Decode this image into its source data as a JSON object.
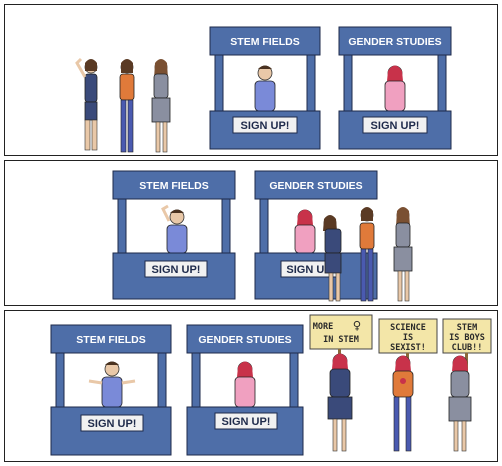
{
  "booths": {
    "stem_title": "STEM FIELDS",
    "gender_title": "GENDER STUDIES",
    "sign_label": "SIGN UP!",
    "sign_label_partial": "SIGN UP"
  },
  "placards": {
    "p1_line1": "MORE",
    "p1_line2": "IN STEM",
    "p2_line1": "SCIENCE",
    "p2_line2": "IS",
    "p2_line3": "SEXIST!",
    "p3_line1": "STEM",
    "p3_line2": "IS BOYS",
    "p3_line3": "CLUB!!"
  },
  "colors": {
    "booth_blue": "#4e6ea8",
    "booth_dark": "#34507f",
    "sign_bg": "#f1f1f1",
    "placard_bg": "#f3e6a8",
    "hair_red": "#c8324a"
  }
}
